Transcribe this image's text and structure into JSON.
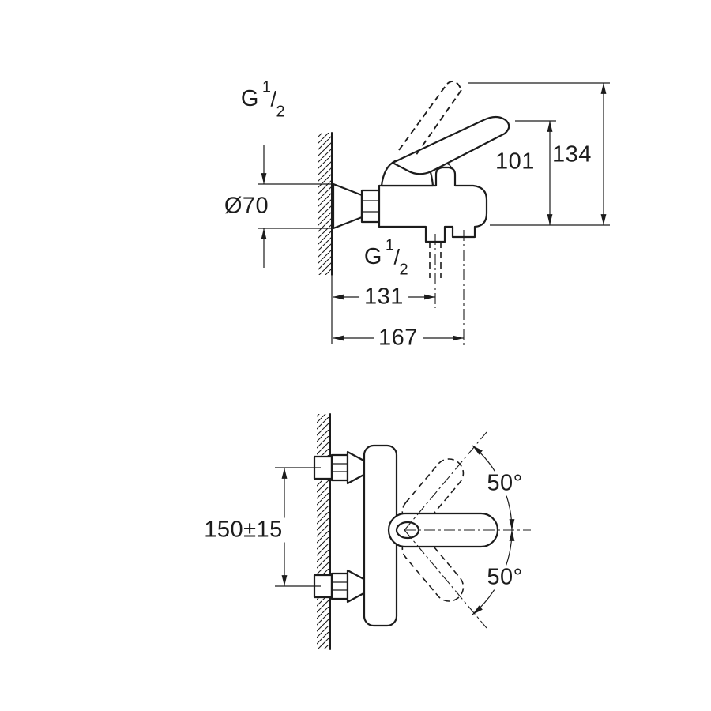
{
  "drawing": {
    "colors": {
      "line": "#1c1c1c",
      "background": "#ffffff"
    },
    "side_view": {
      "thread_top": {
        "g": "G",
        "num": "1",
        "slash": "/",
        "den": "2"
      },
      "thread_bottom": {
        "g": "G",
        "num": "1",
        "slash": "/",
        "den": "2"
      },
      "dim_escutcheon_diameter": "Ø70",
      "dim_handle_height": "101",
      "dim_total_height": "134",
      "dim_shower_outlet_depth": "131",
      "dim_spout_depth": "167"
    },
    "front_view": {
      "dim_center_distance": "150±15",
      "dim_swing_angle_up": "50°",
      "dim_swing_angle_down": "50°"
    }
  }
}
